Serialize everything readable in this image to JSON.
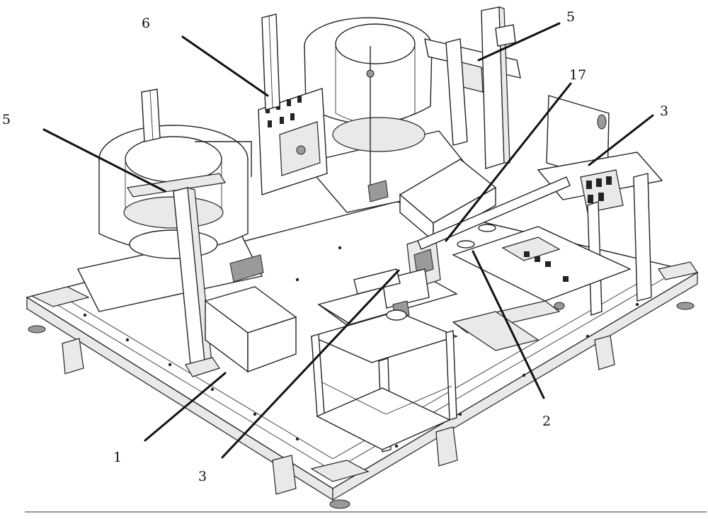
{
  "figure": {
    "callouts": [
      {
        "id": "label-1",
        "text": "1"
      },
      {
        "id": "label-2",
        "text": "2"
      },
      {
        "id": "label-3-left",
        "text": "3"
      },
      {
        "id": "label-3-right",
        "text": "3"
      },
      {
        "id": "label-5-left",
        "text": "5"
      },
      {
        "id": "label-5-top",
        "text": "5"
      },
      {
        "id": "label-6",
        "text": "6"
      },
      {
        "id": "label-17",
        "text": "17"
      }
    ]
  },
  "colors": {
    "line": "#222222",
    "panel_fill": "#e9e9e9",
    "dark_fill": "#9a9a9a",
    "background": "#ffffff"
  }
}
